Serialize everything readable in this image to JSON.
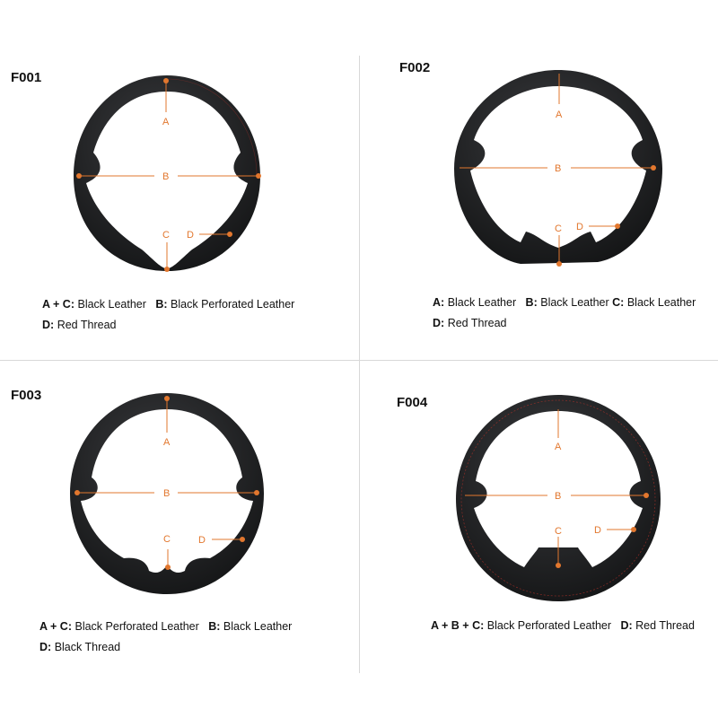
{
  "panels": [
    {
      "code": "F001",
      "legend": [
        [
          {
            "k": "A + C:",
            "v": "Black Leather"
          },
          {
            "k": "B:",
            "v": "Black Perforated Leather"
          }
        ],
        [
          {
            "k": "D:",
            "v": "Red Thread"
          }
        ]
      ],
      "labels": {
        "a": "A",
        "b": "B",
        "c": "C",
        "d": "D"
      }
    },
    {
      "code": "F002",
      "legend": [
        [
          {
            "k": "A:",
            "v": "Black Leather"
          },
          {
            "k": "B:",
            "v": "Black Leather"
          },
          {
            "k": "C:",
            "v": "Black Leather"
          }
        ],
        [
          {
            "k": "D:",
            "v": "Red Thread"
          }
        ]
      ],
      "labels": {
        "a": "A",
        "b": "B",
        "c": "C",
        "d": "D"
      }
    },
    {
      "code": "F003",
      "legend": [
        [
          {
            "k": "A + C:",
            "v": "Black Perforated Leather"
          },
          {
            "k": "B:",
            "v": "Black Leather"
          }
        ],
        [
          {
            "k": "D:",
            "v": "Black Thread"
          }
        ]
      ],
      "labels": {
        "a": "A",
        "b": "B",
        "c": "C",
        "d": "D"
      }
    },
    {
      "code": "F004",
      "legend": [
        [
          {
            "k": "A + B + C:",
            "v": "Black Perforated Leather"
          },
          {
            "k": "D:",
            "v": "Red Thread"
          }
        ]
      ],
      "labels": {
        "a": "A",
        "b": "B",
        "c": "C",
        "d": "D"
      }
    }
  ],
  "colors": {
    "accent": "#e2772e",
    "leather": "#1e1f21",
    "red_thread": "#b8322a",
    "divider": "#d8d8d8"
  }
}
